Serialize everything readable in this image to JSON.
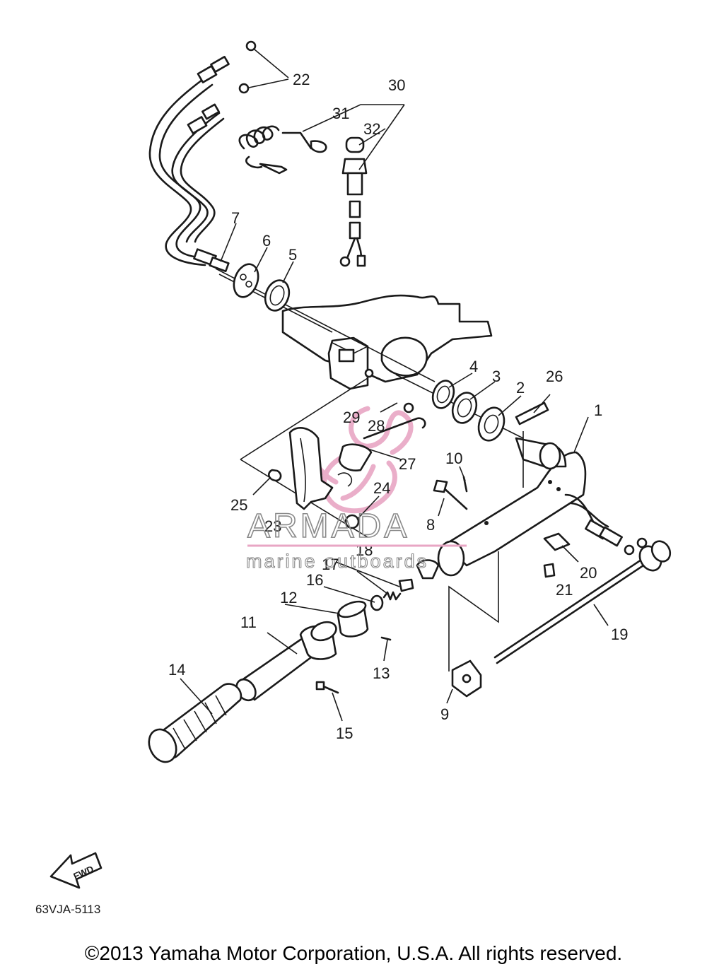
{
  "diagram_code": "63VJA-5113",
  "copyright": "©2013 Yamaha Motor Corporation, U.S.A. All rights reserved.",
  "watermark": {
    "brand": "ARMADA",
    "tagline": "marine outboards",
    "accent_color": "#e8a6c4"
  },
  "fwd_arrow_label": "FWD",
  "callouts": [
    "1",
    "2",
    "3",
    "4",
    "5",
    "6",
    "7",
    "8",
    "9",
    "10",
    "11",
    "12",
    "13",
    "14",
    "15",
    "16",
    "17",
    "18",
    "19",
    "20",
    "21",
    "22",
    "23",
    "24",
    "25",
    "26",
    "27",
    "28",
    "29",
    "30",
    "31",
    "32"
  ],
  "colors": {
    "line": "#1a1a1a",
    "background": "#ffffff",
    "watermark_outline": "#8a8a8a"
  }
}
